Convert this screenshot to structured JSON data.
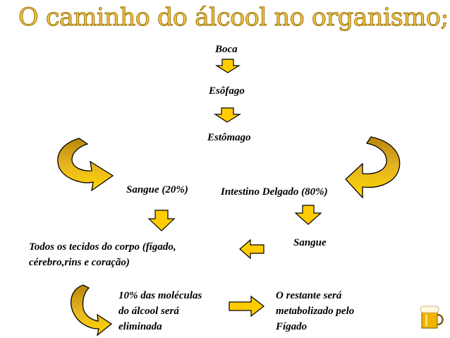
{
  "title": "O caminho do álcool no organismo;",
  "nodes": {
    "boca": "Boca",
    "esofago": "Esôfago",
    "estomago": "Estômago",
    "sangue_20": "Sangue (20%)",
    "intestino": "Intestino Delgado (80%)",
    "sangue": "Sangue",
    "tecidos": "Todos os tecidos do corpo (fígado,\ncérebro,rins e coração)",
    "eliminada": "10% das moléculas\ndo álcool será\neliminada",
    "restante": "O restante será\nmetabolizado pelo\nFígado"
  },
  "colors": {
    "arrow_fill": "#FFCC00",
    "curve_fill": "#D9A400",
    "outline": "#000000",
    "title": "#F5C542"
  },
  "icons": {
    "decor": "beer-mug-icon"
  }
}
